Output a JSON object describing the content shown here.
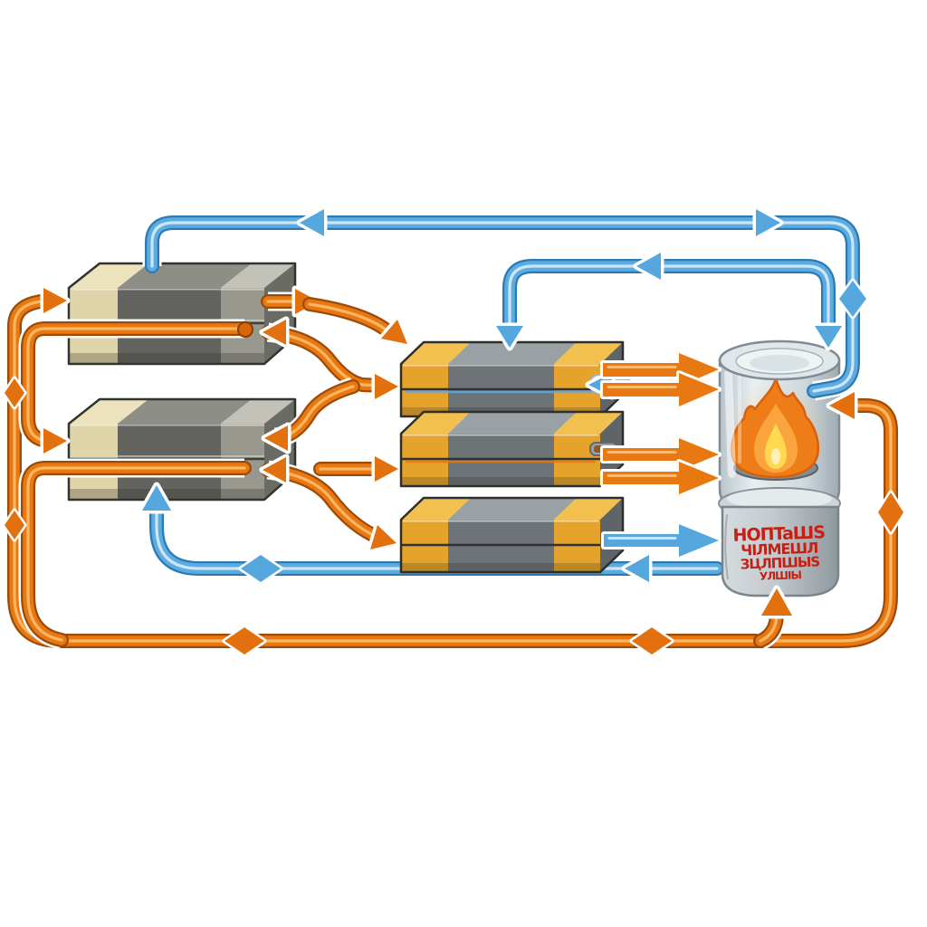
{
  "diagram": {
    "type": "illustrated-flow-diagram",
    "subject": "heat-exchanger loop with burner unit",
    "burner": {
      "label_lines": [
        "HOПTaШS",
        "ЧІЛМЕШЛ",
        "ЗЦЛПШЫS",
        "УЛШІЫ"
      ]
    },
    "nodes": {
      "left_exchangers": [
        "left-exchanger-1",
        "left-exchanger-2"
      ],
      "middle_exchangers": [
        "middle-exchanger-1",
        "middle-exchanger-2",
        "middle-exchanger-3"
      ],
      "burner_unit": "burner-unit"
    },
    "flows": [
      {
        "name": "hot-loop",
        "color": "#e87812"
      },
      {
        "name": "cold-loop",
        "color": "#5cabe1"
      }
    ],
    "colors": {
      "background": "#ffffff",
      "hot_pipe": "#e87812",
      "hot_pipe_dark": "#9c4a08",
      "hot_pipe_highlight": "#ffc070",
      "cold_pipe": "#5cabe1",
      "cold_pipe_dark": "#2b7ab6",
      "cold_pipe_highlight": "#d6ecfa",
      "box_cream": "#dfd5a8",
      "box_dark_gray": "#63645f",
      "box_light_gray": "#98988f",
      "box_yellow": "#e5a32c",
      "box_mid_gray": "#6e7377",
      "glass": "#d5dee3",
      "metal_base": "#c6cdd2",
      "flame_outer": "#ee7d18",
      "flame_mid": "#f9a43c",
      "flame_inner": "#ffd94f",
      "label_red": "#c42014"
    }
  }
}
